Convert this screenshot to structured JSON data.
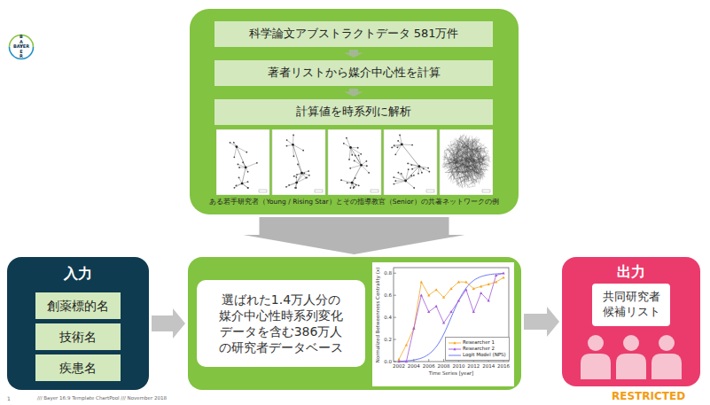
{
  "diagram": {
    "nodes": [
      {
        "text": [
          "ある若手研究者（Young / Rising Star）とその指導教官（Senior）の共著ネットワークの例"
        ]
      },
      {
        "text": [
          "科学論文アブストラクトデータ 581万件"
        ],
        "in": 0
      },
      {
        "text": [
          "著者リストから媒介中心性を計算"
        ],
        "in": 0
      },
      {
        "text": [
          "計算値を時系列に解析"
        ],
        "in": 0
      },
      {
        "text": [
          "入力"
        ]
      },
      {
        "text": [
          "創薬標的名"
        ],
        "in": 4
      },
      {
        "text": [
          "技術名"
        ],
        "in": 4
      },
      {
        "text": [
          "疾患名"
        ],
        "in": 4
      },
      {
        "text": []
      },
      {
        "text": [
          "選ばれた1.4万人分の 媒介中心性時系列変化 データを含む386万人 の研究者データベース"
        ],
        "in": 8
      },
      {
        "text": [
          "出力"
        ]
      },
      {
        "text": [
          "共同研究者 候補リスト"
        ],
        "in": 10
      }
    ],
    "edges": [
      {
        "from": 1,
        "to": 2,
        "arrow": "to"
      },
      {
        "from": 2,
        "to": 3,
        "arrow": "to"
      },
      {
        "from": 0,
        "to": 8,
        "arrow": "to"
      },
      {
        "from": 4,
        "to": 8,
        "arrow": "to"
      },
      {
        "from": 8,
        "to": 10,
        "arrow": "to"
      }
    ],
    "labels": [
      "BAYER",
      "BAYER",
      "0.0",
      "0.2",
      "0.4",
      "0.6",
      "0.8",
      "2002",
      "2004",
      "2006",
      "2008",
      "2010",
      "2012",
      "2014",
      "2016",
      "Normalized Betweenness Centrality (x)",
      "Time Series [year]",
      "RESTRICTED",
      "1",
      "/// Bayer 16:9 Template ChartPool /// November 2018"
    ],
    "legend": [
      {
        "text": "Researcher 1"
      },
      {
        "text": "Researcher 2"
      },
      {
        "text": "Logit Model (NPS)"
      }
    ]
  }
}
